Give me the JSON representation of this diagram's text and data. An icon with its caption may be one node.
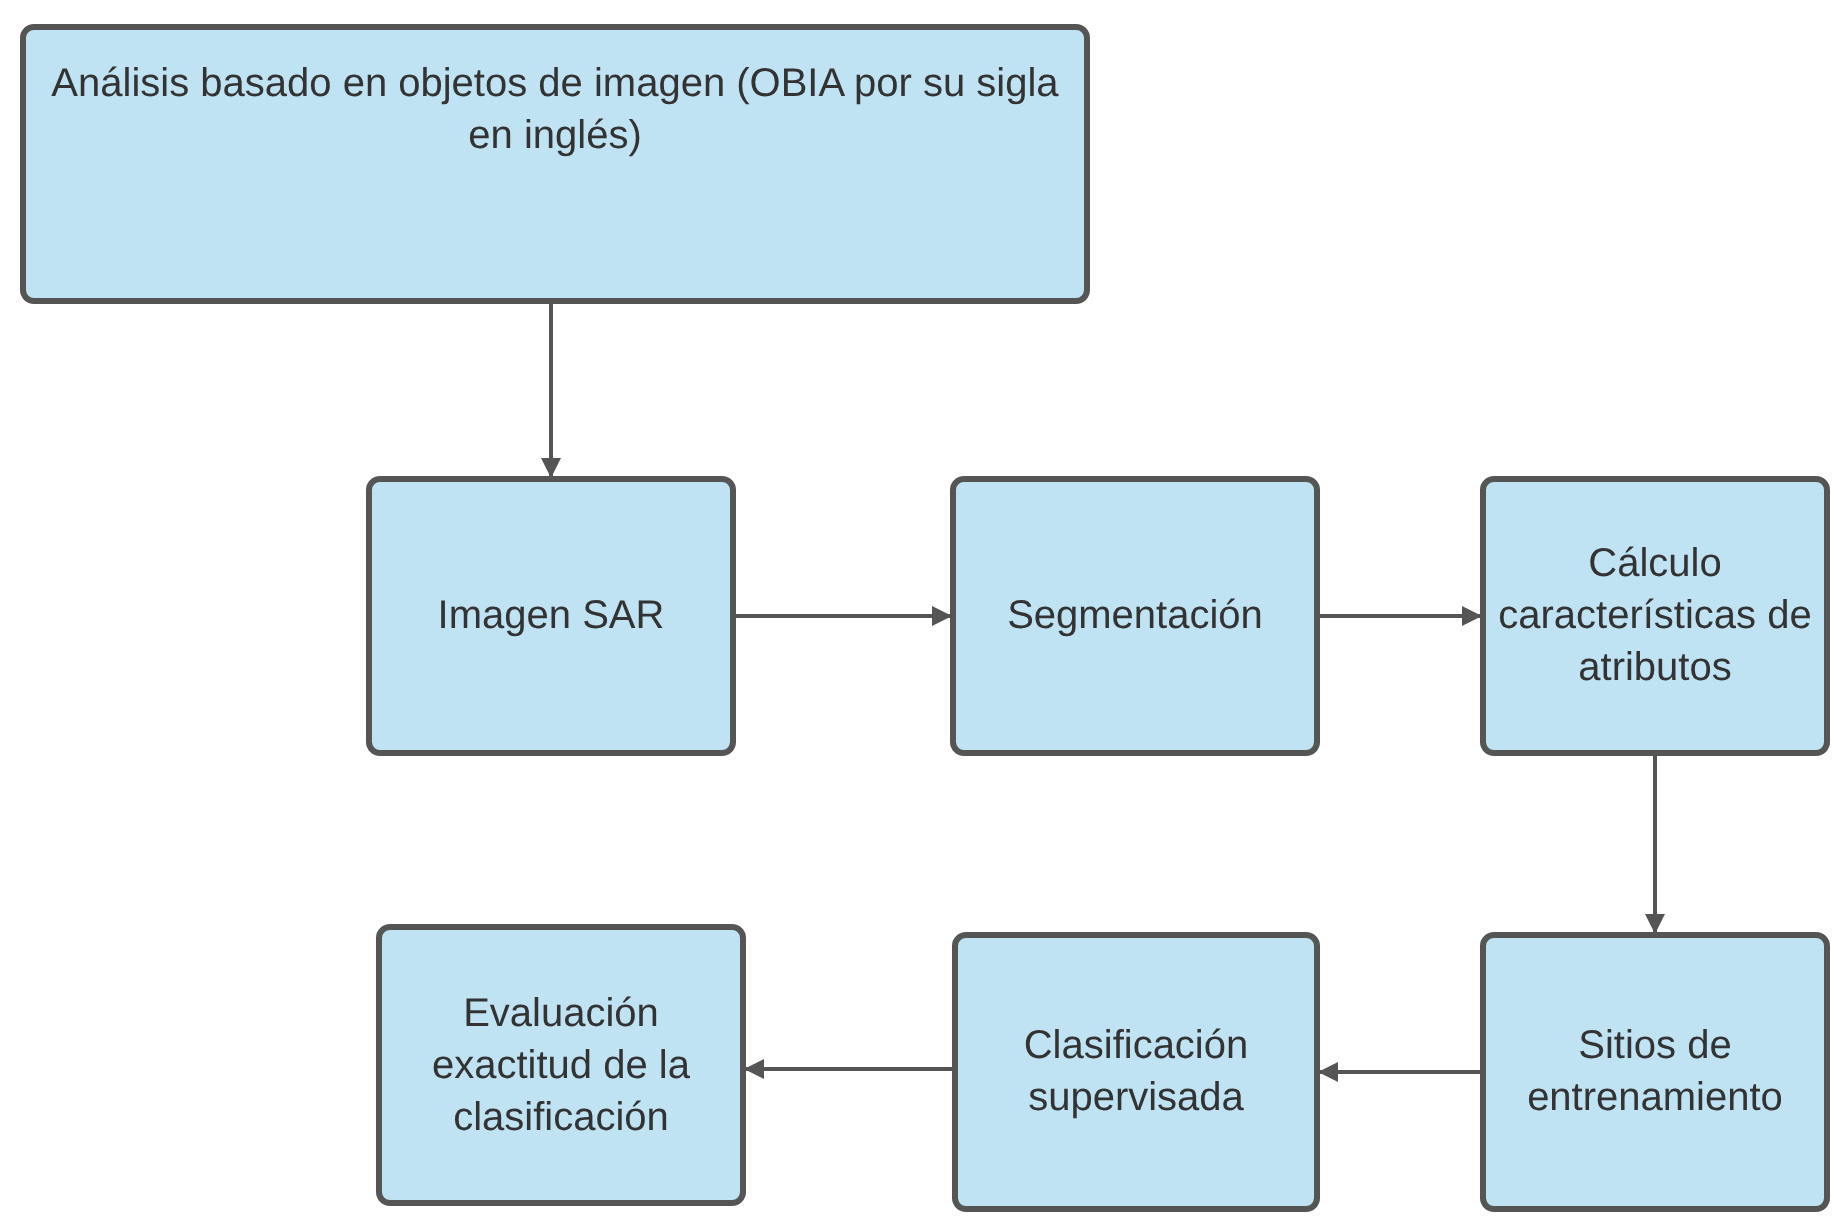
{
  "diagram": {
    "nodes": [
      {
        "text": [
          "Análisis basado en objetos de imagen (OBIA por su sigla en inglés)"
        ]
      },
      {
        "text": [
          "Imagen SAR"
        ]
      },
      {
        "text": [
          "Segmentación"
        ]
      },
      {
        "text": [
          "Cálculo características de atributos"
        ]
      },
      {
        "text": [
          "Sitios de entrenamiento"
        ]
      },
      {
        "text": [
          "Clasificación supervisada"
        ]
      },
      {
        "text": [
          "Evaluación exactitud de la clasificación"
        ]
      }
    ],
    "edges": [
      {
        "from": 0,
        "to": 1,
        "arrow": "to"
      },
      {
        "from": 1,
        "to": 2,
        "arrow": "to"
      },
      {
        "from": 2,
        "to": 3,
        "arrow": "to"
      },
      {
        "from": 3,
        "to": 4,
        "arrow": "to"
      },
      {
        "from": 4,
        "to": 5,
        "arrow": "to"
      },
      {
        "from": 5,
        "to": 6,
        "arrow": "to"
      }
    ]
  }
}
